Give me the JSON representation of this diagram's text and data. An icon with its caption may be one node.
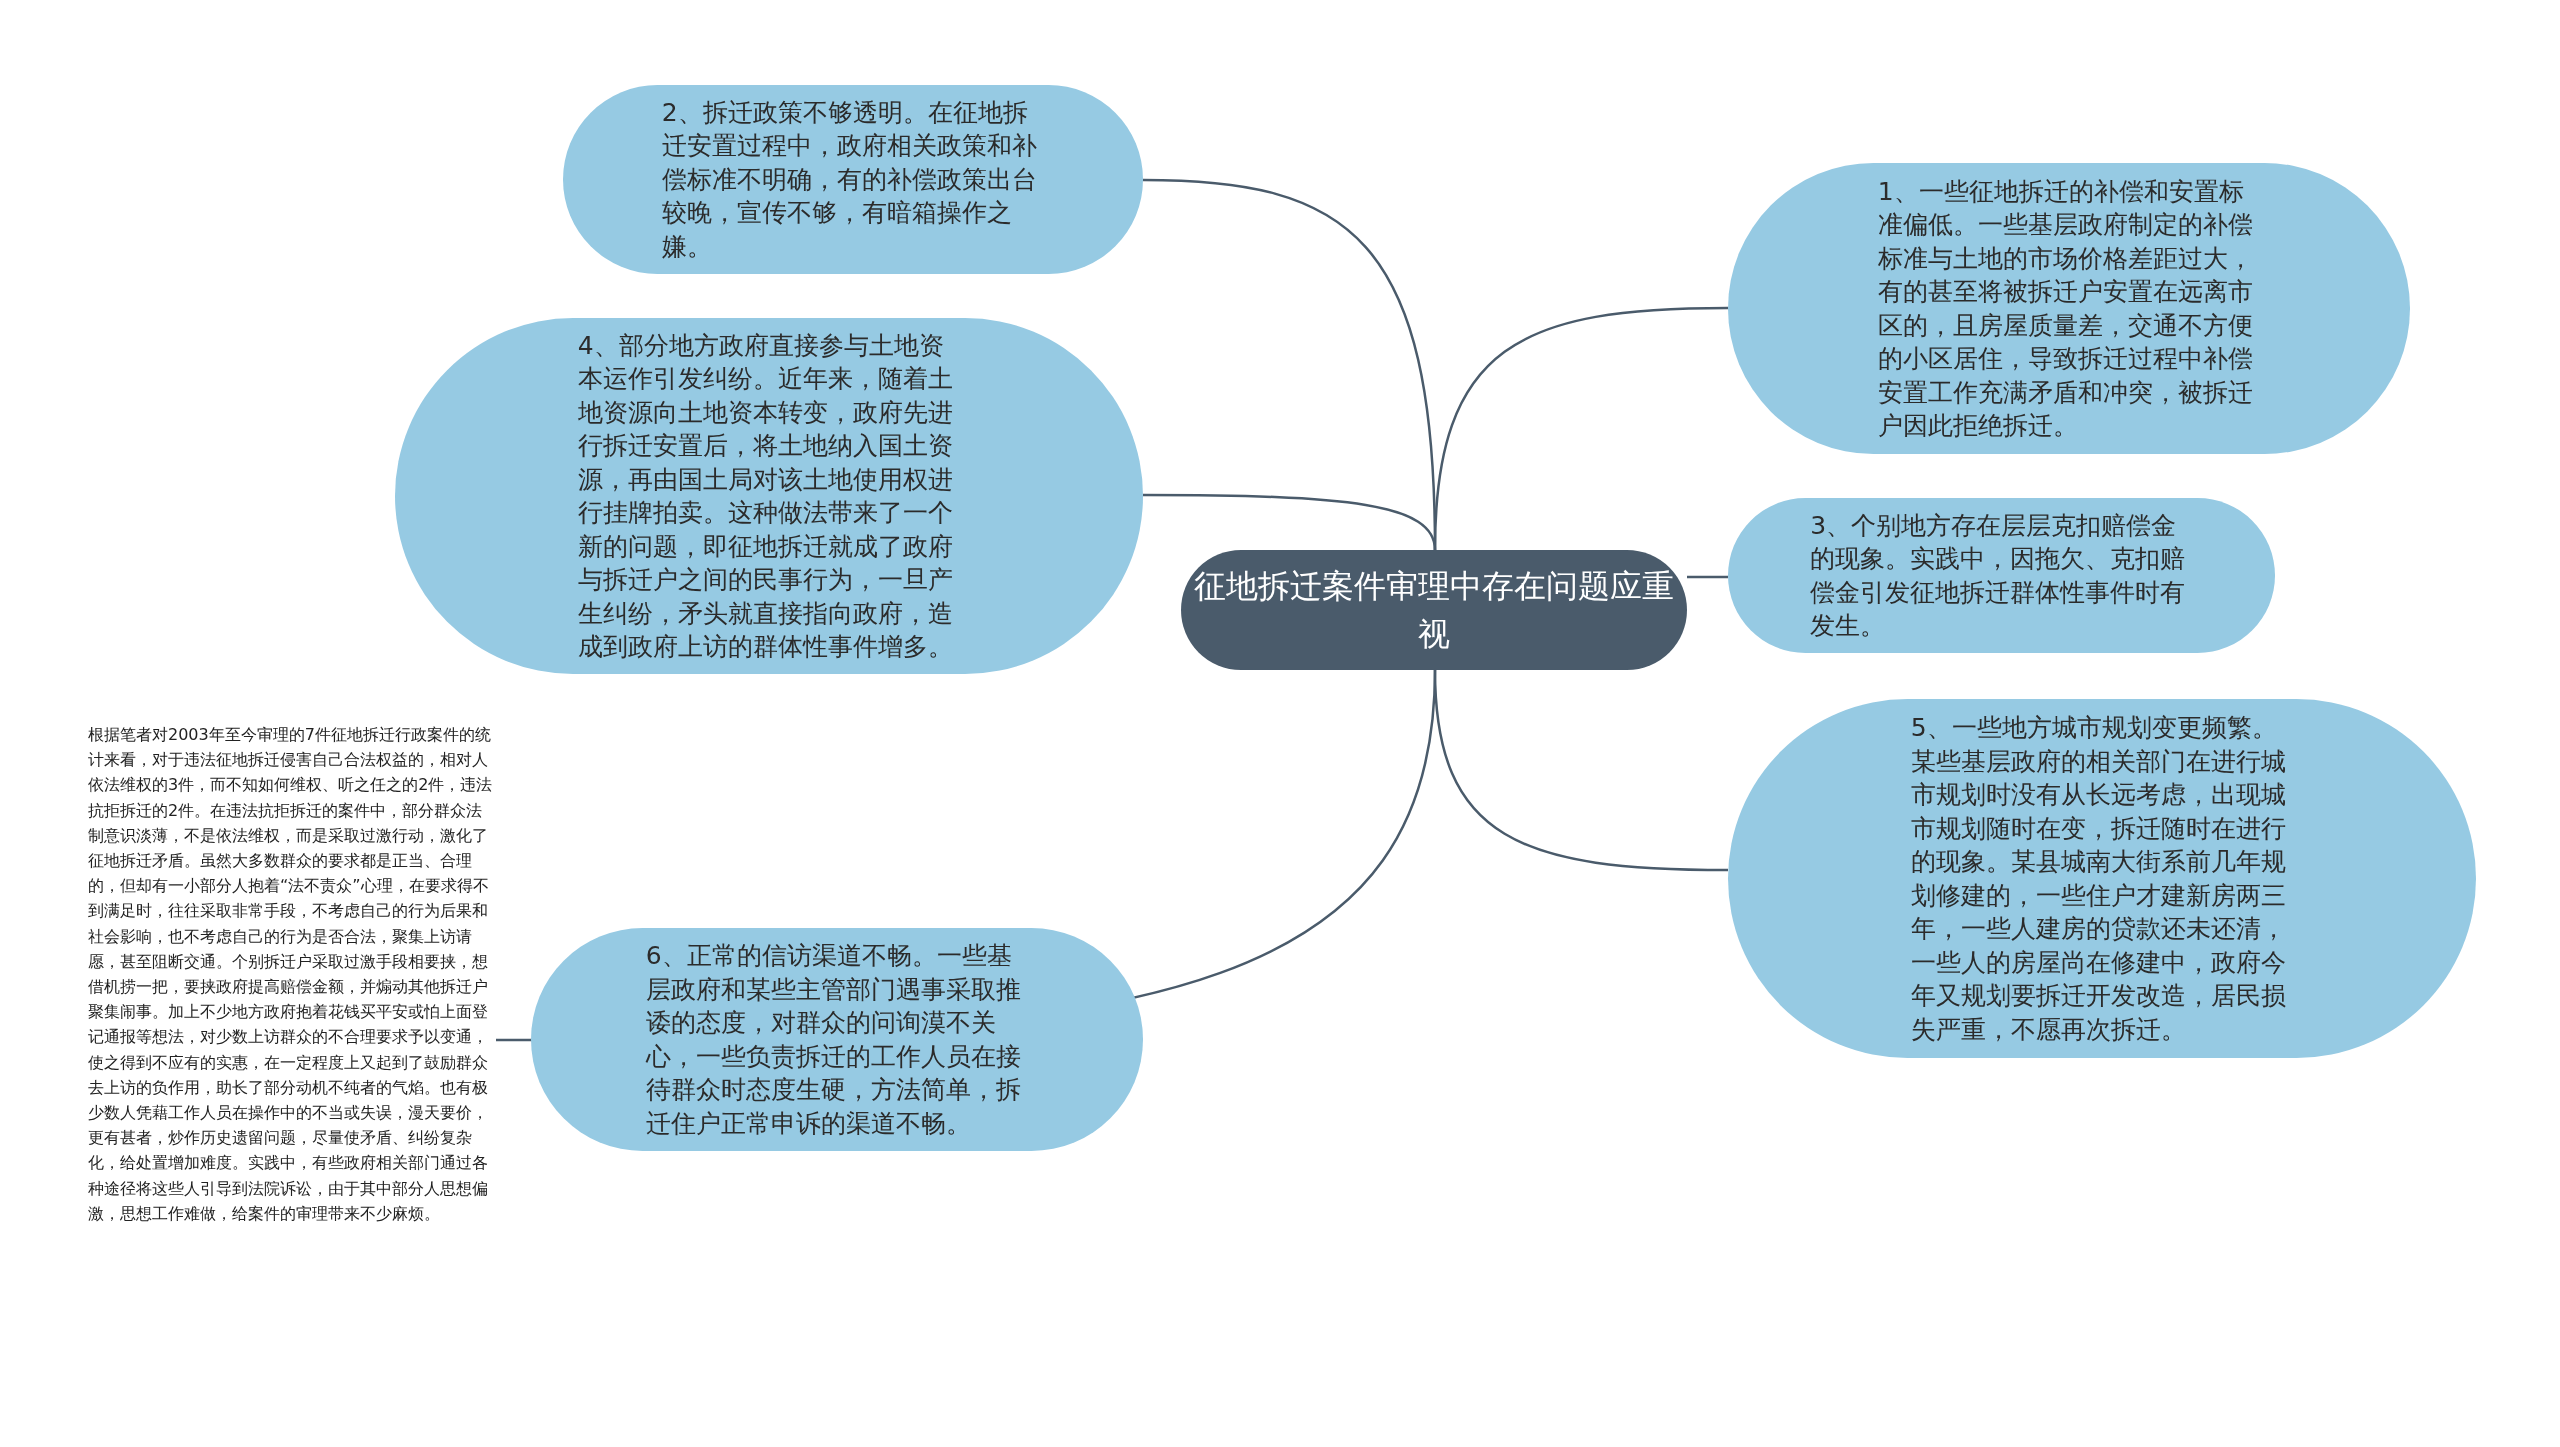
{
  "diagram": {
    "nodes": [
      {
        "text": [
          "征地拆迁案件审理中存在问题应重视"
        ]
      },
      {
        "text": [
          "1、一些征地拆迁的补偿和安置标准偏低。一些基层政府制定的补偿标准与土地的市场价格差距过大，有的甚至将被拆迁户安置在远离市区的，且房屋质量差，交通不方便的小区居住，导致拆迁过程中补偿安置工作充满矛盾和冲突，被拆迁户因此拒绝拆迁。"
        ]
      },
      {
        "text": [
          "2、拆迁政策不够透明。在征地拆迁安置过程中，政府相关政策和补偿标准不明确，有的补偿政策出台较晚，宣传不够，有暗箱操作之嫌。"
        ]
      },
      {
        "text": [
          "3、个别地方存在层层克扣赔偿金的现象。实践中，因拖欠、克扣赔偿金引发征地拆迁群体性事件时有发生。"
        ]
      },
      {
        "text": [
          "4、部分地方政府直接参与土地资本运作引发纠纷。近年来，随着土地资源向土地资本转变，政府先进行拆迁安置后，将土地纳入国土资源，再由国土局对该土地使用权进行挂牌拍卖。这种做法带来了一个新的问题，即征地拆迁就成了政府与拆迁户之间的民事行为，一旦产生纠纷，矛头就直接指向政府，造成到政府上访的群体性事件增多。"
        ]
      },
      {
        "text": [
          "5、一些地方城市规划变更频繁。某些基层政府的相关部门在进行城市规划时没有从长远考虑，出现城市规划随时在变，拆迁随时在进行的现象。某县城南大街系前几年规划修建的，一些住户才建新房两三年，一些人建房的贷款还未还清，一些人的房屋尚在修建中，政府今年又规划要拆迁开发改造，居民损失严重，不愿再次拆迁。"
        ]
      },
      {
        "text": [
          "6、正常的信访渠道不畅。一些基层政府和某些主管部门遇事采取推诿的态度，对群众的问询漠不关心，一些负责拆迁的工作人员在接待群众时态度生硬，方法简单，拆迁住户正常申诉的渠道不畅。"
        ]
      },
      {
        "text": [
          "根据笔者对2003年至今审理的7件征地拆迁行政案件的统计来看，对于违法征地拆迁侵害自己合法权益的，相对人依法维权的3件，而不知如何维权、听之任之的2件，违法抗拒拆迁的2件。在违法抗拒拆迁的案件中，部分群众法制意识淡薄，不是依法维权，而是采取过激行动，激化了征地拆迁矛盾。虽然大多数群众的要求都是正当、合理的，但却有一小部分人抱着“法不责众”心理，在要求得不到满足时，往往采取非常手段，不考虑自己的行为后果和社会影响，也不考虑自己的行为是否合法，聚集上访请愿，甚至阻断交通。个别拆迁户采取过激手段相要挟，想借机捞一把，要挟政府提高赔偿金额，并煽动其他拆迁户聚集闹事。加上不少地方政府抱着花钱买平安或怕上面登记通报等想法，对少数上访群众的不合理要求予以变通，使之得到不应有的实惠，在一定程度上又起到了鼓励群众去上访的负作用，助长了部分动机不纯者的气焰。也有极少数人凭藉工作人员在操作中的不当或失误，漫天要价，更有甚者，炒作历史遗留问题，尽量使矛盾、纠纷复杂化，给处置增加难度。实践中，有些政府相关部门通过各种途径将这些人引导到法院诉讼，由于其中部分人思想偏激，思想工作难做，给案件的审理带来不少麻烦。"
        ]
      }
    ],
    "edges": [
      {
        "from": 0,
        "to": 1,
        "arrow": "none"
      },
      {
        "from": 0,
        "to": 2,
        "arrow": "none"
      },
      {
        "from": 0,
        "to": 3,
        "arrow": "none"
      },
      {
        "from": 0,
        "to": 4,
        "arrow": "none"
      },
      {
        "from": 0,
        "to": 5,
        "arrow": "none"
      },
      {
        "from": 0,
        "to": 6,
        "arrow": "none"
      },
      {
        "from": 6,
        "to": 7,
        "arrow": "none"
      }
    ]
  }
}
